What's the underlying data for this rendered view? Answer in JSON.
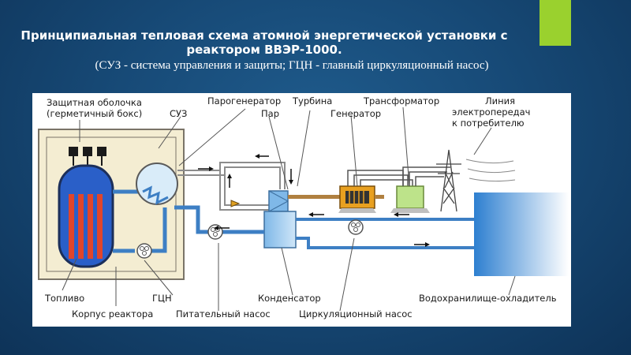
{
  "slide": {
    "title": "Принципиальная тепловая схема атомной энергетической установки с реактором ВВЭР-1000.",
    "subtitle": "(СУЗ - система управления и защиты; ГЦН - главный циркуляционный насос)"
  },
  "diagram": {
    "labels": {
      "containment_line1": "Защитная оболочка",
      "containment_line2": "(герметичный бокс)",
      "suz": "СУЗ",
      "steam_generator": "Парогенератор",
      "steam": "Пар",
      "turbine": "Турбина",
      "generator": "Генератор",
      "transformer": "Трансформатор",
      "power_line_1": "Линия",
      "power_line_2": "электропередач",
      "power_line_3": "к потребителю",
      "fuel": "Топливо",
      "gcn": "ГЦН",
      "reactor_vessel": "Корпус реактора",
      "feed_pump": "Питательный насос",
      "condenser": "Конденсатор",
      "circulation_pump": "Циркуляционный насос",
      "cooling_pond": "Водохранилище-охладитель"
    }
  },
  "colors": {
    "accent": "#9ad12e",
    "background": "#174a77",
    "pipe": "#3d7fc4",
    "fuel": "#e0452b",
    "reactor": "#2a5fc8",
    "containment": "#f4edd2"
  }
}
